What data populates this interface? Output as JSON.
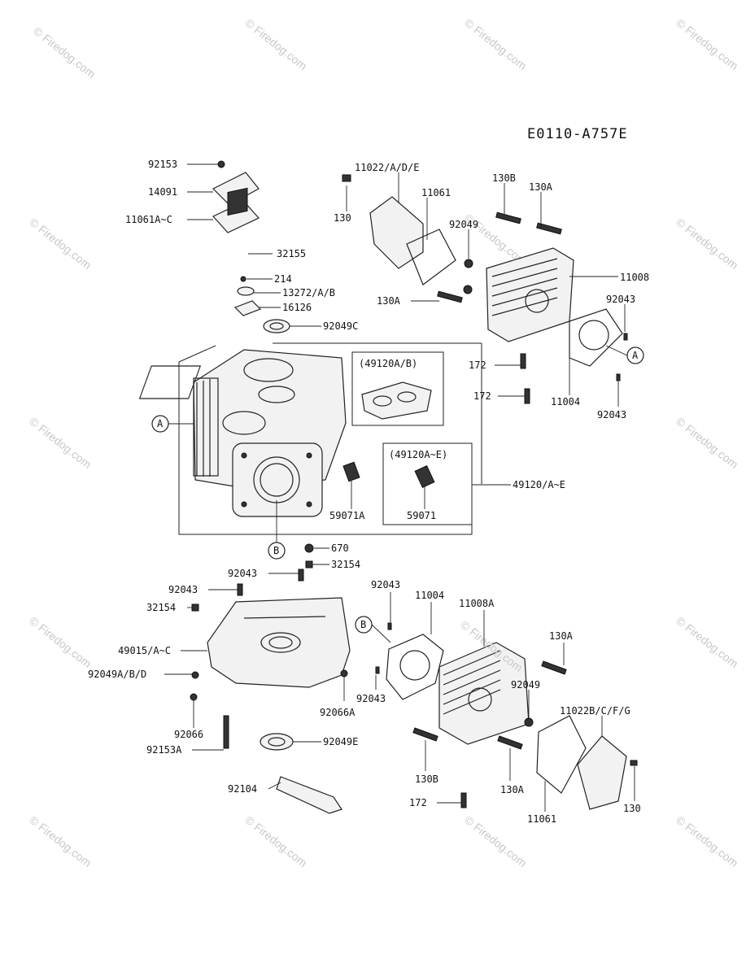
{
  "diagram": {
    "code": "E0110-A757E",
    "watermark": "© Firedog.com",
    "watermark_inline": "© Firedog.com",
    "callouts": {
      "A": "A",
      "B": "B"
    },
    "inset_labels": {
      "box1": "(49120A/B)",
      "box2": "(49120A~E)"
    },
    "parts": {
      "p92153": "92153",
      "p14091": "14091",
      "p11061AC": "11061A~C",
      "p32155": "32155",
      "p214": "214",
      "p13272": "13272/A/B",
      "p16126": "16126",
      "p92049C": "92049C",
      "p670": "670",
      "p32154a": "32154",
      "p59071A": "59071A",
      "p59071": "59071",
      "p49120AE": "49120/A~E",
      "p11022ADE": "11022/A/D/E",
      "p11061a": "11061",
      "p130B_top": "130B",
      "p130A_top": "130A",
      "p130": "130",
      "p92049_top": "92049",
      "p11008": "11008",
      "p130A_mid": "130A",
      "p92043_r1": "92043",
      "p172_a": "172",
      "p172_b": "172",
      "p11004_top": "11004",
      "p92043_r2": "92043",
      "p92043_c": "92043",
      "p92043_l": "92043",
      "p32154b": "32154",
      "p49015": "49015/A~C",
      "p92049ABD": "92049A/B/D",
      "p92066": "92066",
      "p92153A": "92153A",
      "p92066A": "92066A",
      "p92049E": "92049E",
      "p92104": "92104",
      "p92043_b1": "92043",
      "p11004_b": "11004",
      "p11008A": "11008A",
      "p130A_b1": "130A",
      "p92049_b": "92049",
      "p92043_b2": "92043",
      "p11022BCFG": "11022B/C/F/G",
      "p130B_b": "130B",
      "p130A_b2": "130A",
      "p172_c": "172",
      "p11061_b": "11061",
      "p130_b": "130"
    }
  }
}
